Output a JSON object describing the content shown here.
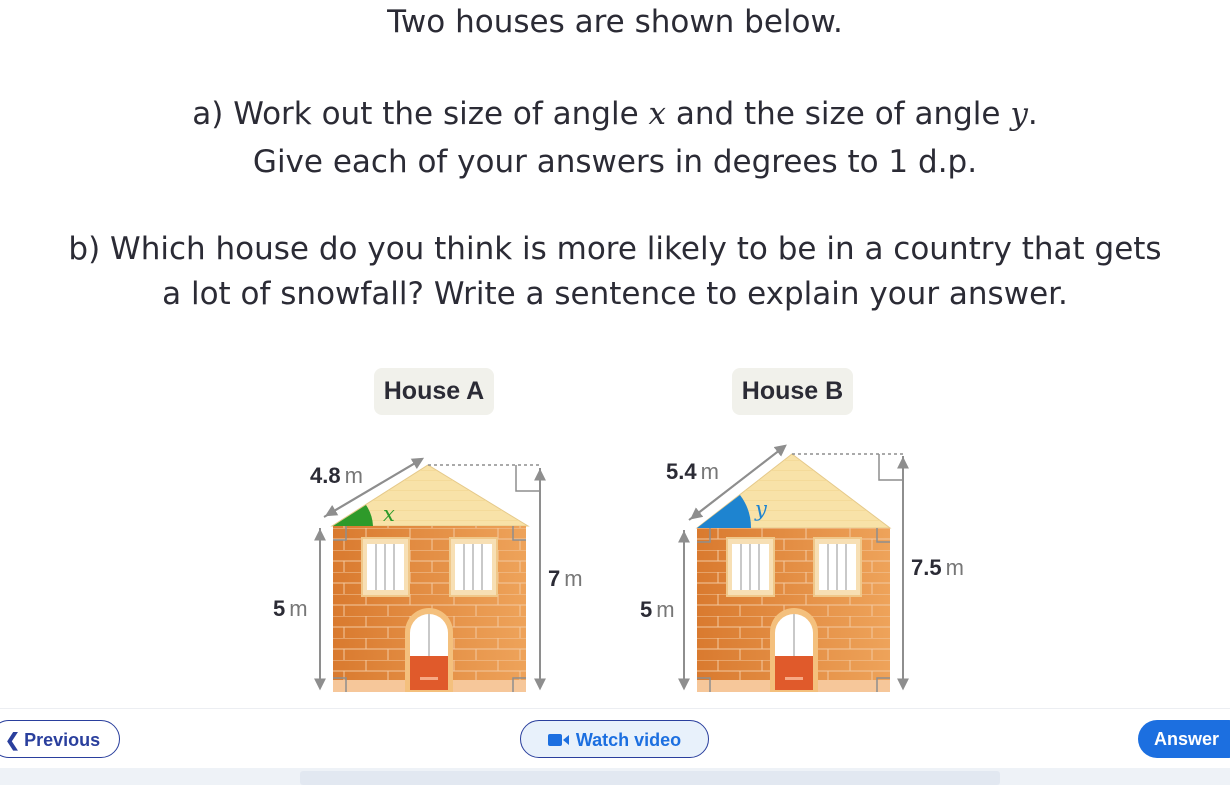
{
  "question": {
    "intro": "Two houses are shown below.",
    "part_a_prefix": "a) Work out the size of angle ",
    "var_x": "x",
    "part_a_mid": " and the size of angle ",
    "var_y": "y",
    "part_a_suffix": ".",
    "part_a_line2": "Give each of your answers in degrees to 1 d.p.",
    "part_b_line1": "b) Which house do you think is more likely to be in a country that gets",
    "part_b_line2": "a lot of snowfall? Write a sentence to explain your answer."
  },
  "houses": {
    "a": {
      "title": "House A",
      "roof_label_value": "4.8",
      "wall_label_value": "5",
      "total_label_value": "7",
      "unit": "m",
      "angle_label": "x",
      "angle_color": "#2e9a2a"
    },
    "b": {
      "title": "House B",
      "roof_label_value": "5.4",
      "wall_label_value": "5",
      "total_label_value": "7.5",
      "unit": "m",
      "angle_label": "y",
      "angle_color": "#1e84d0"
    }
  },
  "footer": {
    "previous_label": "Previous",
    "video_label": "Watch video",
    "answer_label": "Answer"
  },
  "colors": {
    "accent_blue": "#1c6fe0",
    "brick_orange": "#e08a3c",
    "roof_cream": "#f7dfa2",
    "door_red": "#e05a2b"
  }
}
